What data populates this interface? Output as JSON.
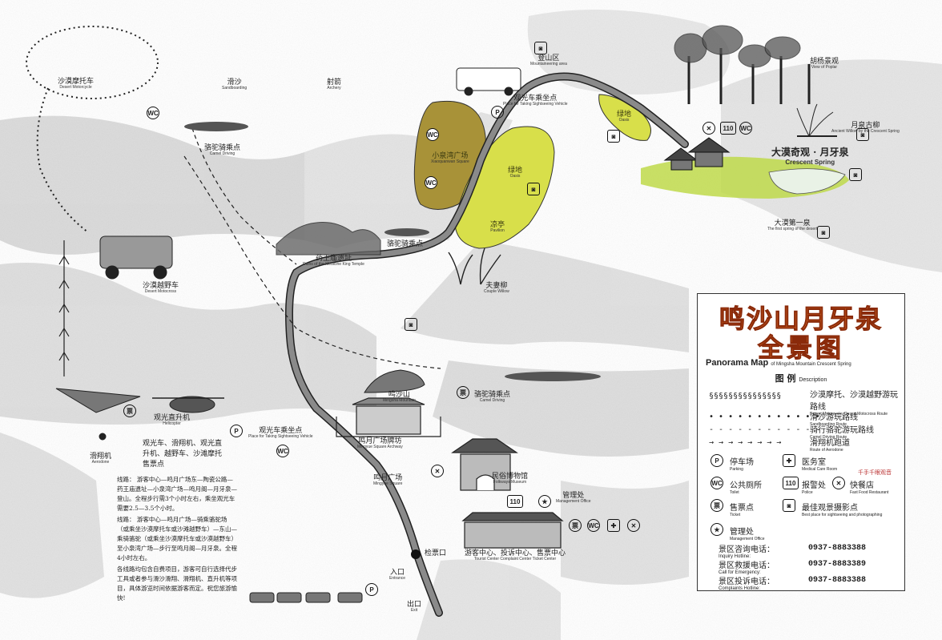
{
  "map": {
    "places": [
      {
        "id": "desert-motorcycle",
        "zh": "沙漠摩托车",
        "en": "Desert Motorcycle"
      },
      {
        "id": "sandboarding",
        "zh": "滑沙",
        "en": "Sandboarding"
      },
      {
        "id": "archery",
        "zh": "射箭",
        "en": "Archery"
      },
      {
        "id": "camel-driving-1",
        "zh": "骆驼骑乘点",
        "en": "Camel Driving"
      },
      {
        "id": "desert-motocross",
        "zh": "沙漠越野车",
        "en": "Desert Motocross"
      },
      {
        "id": "mountaineering",
        "zh": "登山区",
        "en": "Mountaineering area"
      },
      {
        "id": "sightseeing-vehicle-1",
        "zh": "观光车乘坐点",
        "en": "Place for Taking Sightseeing Vehicle"
      },
      {
        "id": "xiaoquanwan",
        "zh": "小泉湾广场",
        "en": "Xiaoquanwan Square"
      },
      {
        "id": "oasis-1",
        "zh": "绿地",
        "en": "Oasis"
      },
      {
        "id": "oasis-2",
        "zh": "绿地",
        "en": "Oasis"
      },
      {
        "id": "pavilion",
        "zh": "凉亭",
        "en": "Pavilion"
      },
      {
        "id": "camel-driving-2",
        "zh": "骆驼骑乘点",
        "en": ""
      },
      {
        "id": "medicine-king",
        "zh": "药王庙遗址",
        "en": "Ruins of the Medicine King Temple"
      },
      {
        "id": "couple-willow",
        "zh": "夫妻柳",
        "en": "Couple Willow"
      },
      {
        "id": "poplar",
        "zh": "胡杨景观",
        "en": "View of Poplar"
      },
      {
        "id": "ancient-willow",
        "zh": "月泉古柳",
        "en": "Ancient Willow by the Crescent Spring"
      },
      {
        "id": "crescent-spring",
        "zh": "大漠奇观 · 月牙泉",
        "en": "Crescent Spring"
      },
      {
        "id": "first-spring",
        "zh": "大漠第一泉",
        "en": "The first spring of the desert"
      },
      {
        "id": "mingsha-mountain",
        "zh": "鸣沙山",
        "en": "Mingsha Mountain"
      },
      {
        "id": "camel-driving-3",
        "zh": "骆驼骑乘点",
        "en": "Camel Driving"
      },
      {
        "id": "helicopter",
        "zh": "观光直升机",
        "en": "Helicopter"
      },
      {
        "id": "sightseeing-vehicle-2",
        "zh": "观光车乘坐点",
        "en": "Place for Taking Sightseeing Vehicle"
      },
      {
        "id": "aerodone",
        "zh": "滑翔机",
        "en": "Aerodone"
      },
      {
        "id": "ticket-office",
        "zh": "观光车、滑翔机、观光直升机、越野车、沙滩摩托售票点",
        "en": ""
      },
      {
        "id": "mingyue-archway",
        "zh": "鸣月广场牌坊",
        "en": "Mingyue Square Archway"
      },
      {
        "id": "mingyue-square",
        "zh": "鸣月广场",
        "en": "Mingyue Square"
      },
      {
        "id": "folkways-museum",
        "zh": "民俗博物馆",
        "en": "Folkways Museum"
      },
      {
        "id": "management-office",
        "zh": "管理处",
        "en": "Management Office"
      },
      {
        "id": "visitor-center",
        "zh": "游客中心、投诉中心、售票中心",
        "en": "Tourist Center  Complaint Center  Ticket Center"
      },
      {
        "id": "checkpoint",
        "zh": "检票口",
        "en": ""
      },
      {
        "id": "entrance",
        "zh": "入口",
        "en": "Entrance"
      },
      {
        "id": "exit",
        "zh": "出口",
        "en": "Exit"
      },
      {
        "id": "oasis-3",
        "zh": "绿地",
        "en": "Oasis"
      }
    ],
    "routes_text": [
      "线路：  游客中心—鸣月广场东—陶瓷公路—药王庙遗址—小泉湾广场—鸣月阁—月牙泉—登山。全程步行需3个小时左右，乘坐观光车需要2.5—3.5个小时。",
      "线路：  游客中心—鸣月广场—骑乘骆驼场（或乘坐沙漠摩托车或沙滩越野车）—东山—乘骑骆驼（或乘坐沙漠摩托车或沙漠越野车）至小泉湾广场—步行至鸣月阁—月牙泉。全程4小时左右。",
      "各线路均包含自费项目，游客可自行选择代步工具或者参与滑沙滑翔、滑翔机、直升机等项目，具体游览时间依据游客而定。祝您旅游愉快!"
    ]
  },
  "legend": {
    "title_line1": "鸣沙山月牙泉",
    "title_line2": "全景图",
    "title_en": "Panorama Map",
    "title_en_small": "of Mingsha Mountain Crescent Spring",
    "legend_zh": "图   例",
    "legend_en": "Description",
    "lines": [
      {
        "sample": "§§§§§§§§§§§§§§§",
        "zh": "沙漠摩托、沙漠越野游玩路线",
        "en": "Desert Motorcycle, Desert Motocross Route"
      },
      {
        "sample": "• • • • • • • • • • • •",
        "zh": "滑沙游玩路线",
        "en": "Sandboarding Route"
      },
      {
        "sample": "- - - - - - - - - - - -",
        "zh": "骑行骆驼游玩路线",
        "en": "Camel Driving Route"
      },
      {
        "sample": "→ → → → → → → →",
        "zh": "滑翔机跑道",
        "en": "Route of Aerodone"
      }
    ],
    "facilities": [
      {
        "sym": "P",
        "zh": "停车场",
        "en": "Parking"
      },
      {
        "sym": "✚",
        "zh": "医务室",
        "en": "Medical Care Room"
      },
      {
        "sym": "WC",
        "zh": "公共厕所",
        "en": "Toilet"
      },
      {
        "sym": "110",
        "zh": "报警处",
        "en": "Police"
      },
      {
        "sym": "✕",
        "zh": "快餐店",
        "en": "Fast Food Restaurant"
      },
      {
        "sym": "票",
        "zh": "售票点",
        "en": "Ticket"
      },
      {
        "sym": "◙",
        "zh": "最佳观景摄影点",
        "en": "Best place for sightseeing and photographing"
      },
      {
        "sym": "★",
        "zh": "管理处",
        "en": "Management Office"
      }
    ],
    "brand": "千手千眼观音",
    "hotlines": [
      {
        "zh": "景区咨询电话：",
        "en": "Inquiry Hotline:",
        "num": "0937-8883388"
      },
      {
        "zh": "景区救援电话：",
        "en": "Call for Emergency:",
        "num": "0937-8883389"
      },
      {
        "zh": "景区投诉电话：",
        "en": "Complaints Hotline:",
        "num": "0937-8883388"
      }
    ]
  },
  "colors": {
    "title_orange": "#f57f2c",
    "oasis_yellow": "#d8df4a",
    "square_olive": "#a89238",
    "road_gray": "#7a7a7a",
    "sand_gray": "#cfcfcf"
  }
}
